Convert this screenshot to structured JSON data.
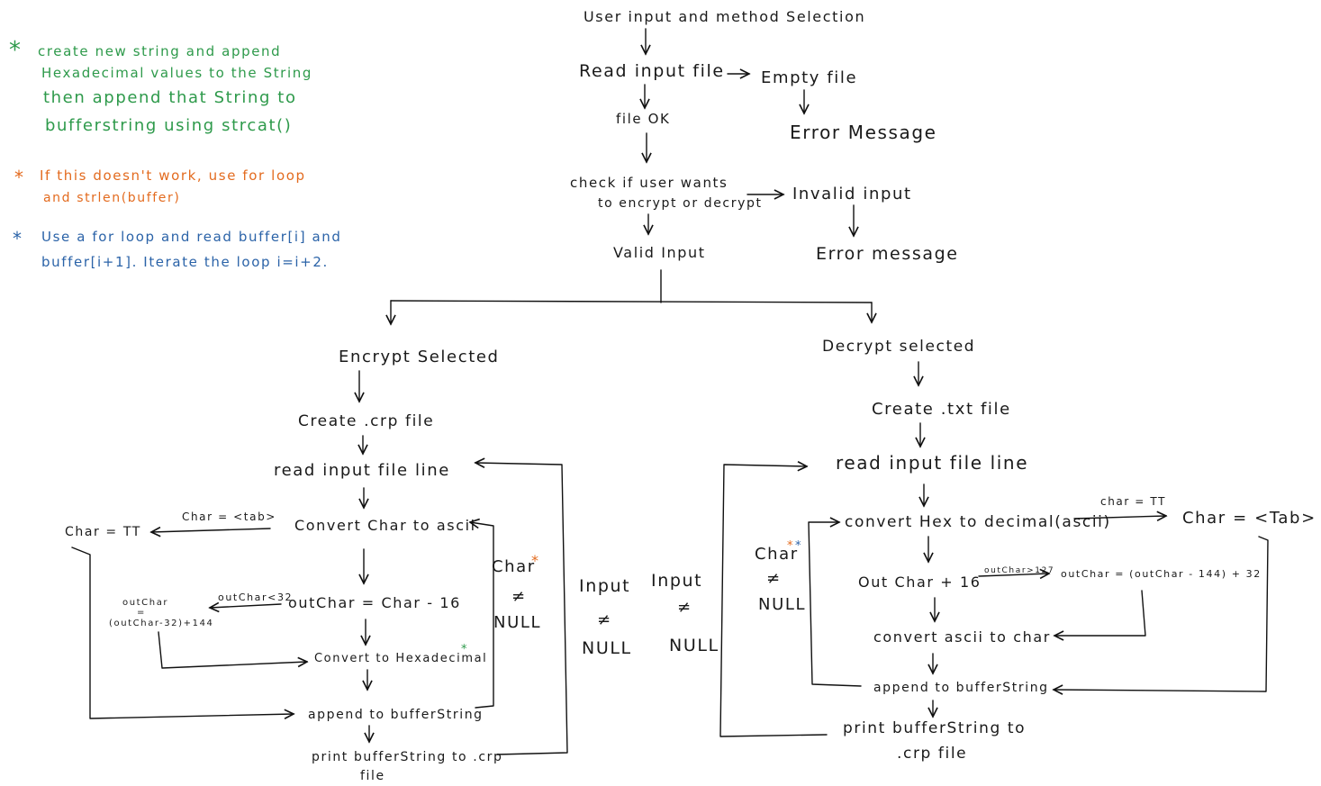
{
  "notes": {
    "green": {
      "star": "*",
      "line1": "create new string and append",
      "line2": "Hexadecimal values to the String",
      "line3": "then append that String to",
      "line4": "bufferstring using strcat()"
    },
    "orange": {
      "star": "*",
      "line1": "If this doesn't work, use for loop",
      "line2": "and strlen(buffer)"
    },
    "blue": {
      "star": "*",
      "line1": "Use a for loop and read buffer[i] and",
      "line2": "buffer[i+1]. Iterate the loop i=i+2."
    }
  },
  "top": {
    "start": "User input and method Selection",
    "read_file": "Read input file",
    "empty_file": "Empty file",
    "error1": "Error Message",
    "file_ok": "file OK",
    "check1": "check if user wants",
    "check2": "to encrypt or decrypt",
    "invalid": "Invalid input",
    "error2": "Error message",
    "valid": "Valid Input"
  },
  "encrypt": {
    "title": "Encrypt Selected",
    "create": "Create .crp file",
    "read": "read input file line",
    "convert_ascii": "Convert Char to ascii",
    "tab_cond": "Char = <tab>",
    "char_tt": "Char = TT",
    "outchar": "outChar = Char - 16",
    "lt32": "outChar<32",
    "wrap1": "outChar",
    "wrap2": "=",
    "wrap3": "(outChar-32)+144",
    "to_hex": "Convert to Hexadecimal",
    "append": "append to bufferString",
    "print1": "print bufferString to .crp",
    "print2": "file",
    "loop_char": "Char",
    "loop_ne": "≠",
    "loop_null": "NULL"
  },
  "middle": {
    "input1": "Input",
    "ne1": "≠",
    "null1": "NULL",
    "input2": "Input",
    "ne2": "≠",
    "null2": "NULL"
  },
  "decrypt": {
    "title": "Decrypt selected",
    "create": "Create .txt file",
    "read": "read input file line",
    "convert_hex": "convert Hex to decimal(ascii)",
    "tt_cond": "char = TT",
    "char_tab": "Char = <Tab>",
    "outchar": "Out Char + 16",
    "gt127": "outChar>127",
    "wrap": "outChar = (outChar - 144) + 32",
    "to_char": "convert ascii to char",
    "append": "append to bufferString",
    "print1": "print bufferString to",
    "print2": ".crp file",
    "loop_char": "Char",
    "loop_ne": "≠",
    "loop_null": "NULL"
  }
}
